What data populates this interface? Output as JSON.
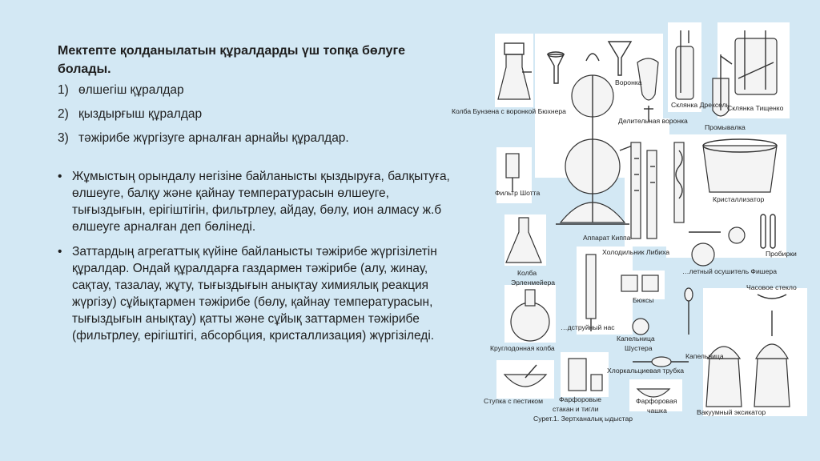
{
  "slide": {
    "heading": "Мектепте қолданылатын құралдарды үш топқа бөлуге болады.",
    "groups": [
      {
        "num": "1)",
        "text": "өлшегіш құралдар"
      },
      {
        "num": "2)",
        "text": "қыздырғыш құралдар"
      },
      {
        "num": "3)",
        "text": "тәжірибе жүргізуге арналған арнайы құралдар."
      }
    ],
    "bullet_symbol": "•",
    "bullets": [
      "Жұмыстың орындалу негізіне байланысты қыздыруға, балқытуға, өлшеуге, балқу және қайнау температурасын өлшеуге, тығыздығын, ерігіштігін, фильтрлеу, айдау, бөлу, ион алмасу ж.б өлшеуге арналған деп бөлінеді.",
      "Заттардың агрегаттық күйіне байланысты тәжірибе жүргізілетін құралдар. Ондай құралдарға газдармен тәжірибе (алу, жинау, сақтау, тазалау, жұту, тығыздығын анықтау химиялық реакция жүргізу) сұйықтармен тәжірибе (бөлу, қайнау температурасын, тығыздығын анықтау) қатты және сұйық заттармен тәжірибе (фильтрлеу, ерігіштігі, абсорбция, кристаллизация) жүргізіледі."
    ]
  },
  "figure": {
    "labels": {
      "bunsen": "Колба Бунзена с воронкой Бюхнера",
      "funnel": "Воронка",
      "drexel": "Склянка Дрексель",
      "tishchenko": "Склянка Тищенко",
      "separatory": "Делительная воронка",
      "wash_bottle": "Промывалка",
      "schott": "Фильтр Шотта",
      "crystallizer": "Кристаллизатор",
      "kipp": "Аппарат Киппа",
      "liebig": "Холодильник Либиха",
      "test_tubes": "Пробирки",
      "erlenmeyer_1": "Колба",
      "erlenmeyer_2": "Эрленмейера",
      "fisher": "…летный осушитель Фишера",
      "watch_glass": "Часовое стекло",
      "weighing": "Бюксы",
      "soxhlet": "…дструйный нас",
      "dropper": "Капельница",
      "round_flask": "Круглодонная колба",
      "schuster_1": "Капельница",
      "schuster_2": "Шустера",
      "calcium_tube": "Хлоркальциевая трубка",
      "mortar": "Ступка с пестиком",
      "porcelain_1": "Фарфоровые",
      "porcelain_2": "стакан и тигли",
      "porcelain_cup_1": "Фарфоровая",
      "porcelain_cup_2": "чашка",
      "desiccator": "Вакуумный эксикатор",
      "caption": "Сурет.1. Зертханалық ыдыстар"
    }
  }
}
